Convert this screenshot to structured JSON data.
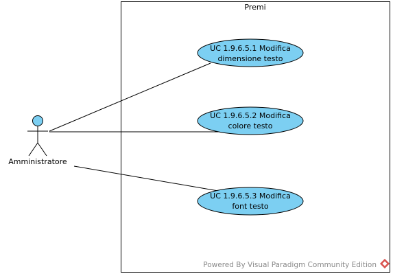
{
  "diagram": {
    "system_boundary": {
      "title": "Premi"
    },
    "actor": {
      "name": "Amministratore"
    },
    "use_cases": [
      {
        "line1": "UC 1.9.6.5.1 Modifica",
        "line2": "dimensione testo"
      },
      {
        "line1": "UC 1.9.6.5.2 Modifica",
        "line2": "colore testo"
      },
      {
        "line1": "UC 1.9.6.5.3 Modifica",
        "line2": "font testo"
      }
    ],
    "colors": {
      "use_case_fill": "#7ccff2",
      "line": "#000000"
    },
    "watermark": {
      "text": "Powered By Visual Paradigm Community Edition"
    }
  }
}
